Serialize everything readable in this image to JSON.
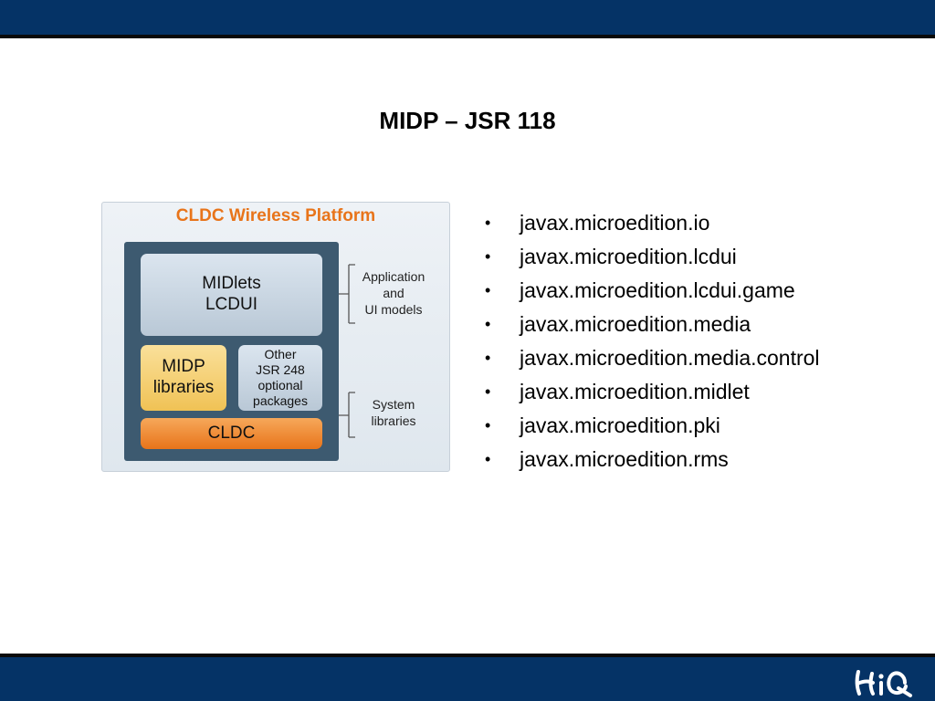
{
  "slide": {
    "title": "MIDP – JSR 118"
  },
  "diagram": {
    "title": "CLDC Wireless Platform",
    "midlets_box": [
      "MIDlets",
      "LCDUI"
    ],
    "midp_box": [
      "MIDP",
      "libraries"
    ],
    "other_box": [
      "Other",
      "JSR 248",
      "optional",
      "packages"
    ],
    "cldc_box": "CLDC",
    "app_label": [
      "Application",
      "and",
      "UI models"
    ],
    "sys_label": [
      "System",
      "libraries"
    ]
  },
  "bullets": [
    "javax.microedition.io",
    "javax.microedition.lcdui",
    "javax.microedition.lcdui.game",
    "javax.microedition.media",
    "javax.microedition.media.control",
    "javax.microedition.midlet",
    "javax.microedition.pki",
    "javax.microedition.rms"
  ],
  "bullet_glyph": "•",
  "logo": {
    "name": "hiq-logo",
    "text": "HiQ"
  },
  "colors": {
    "bar": "#053366",
    "accent_orange": "#e8741a",
    "frame": "#3d5a70"
  }
}
